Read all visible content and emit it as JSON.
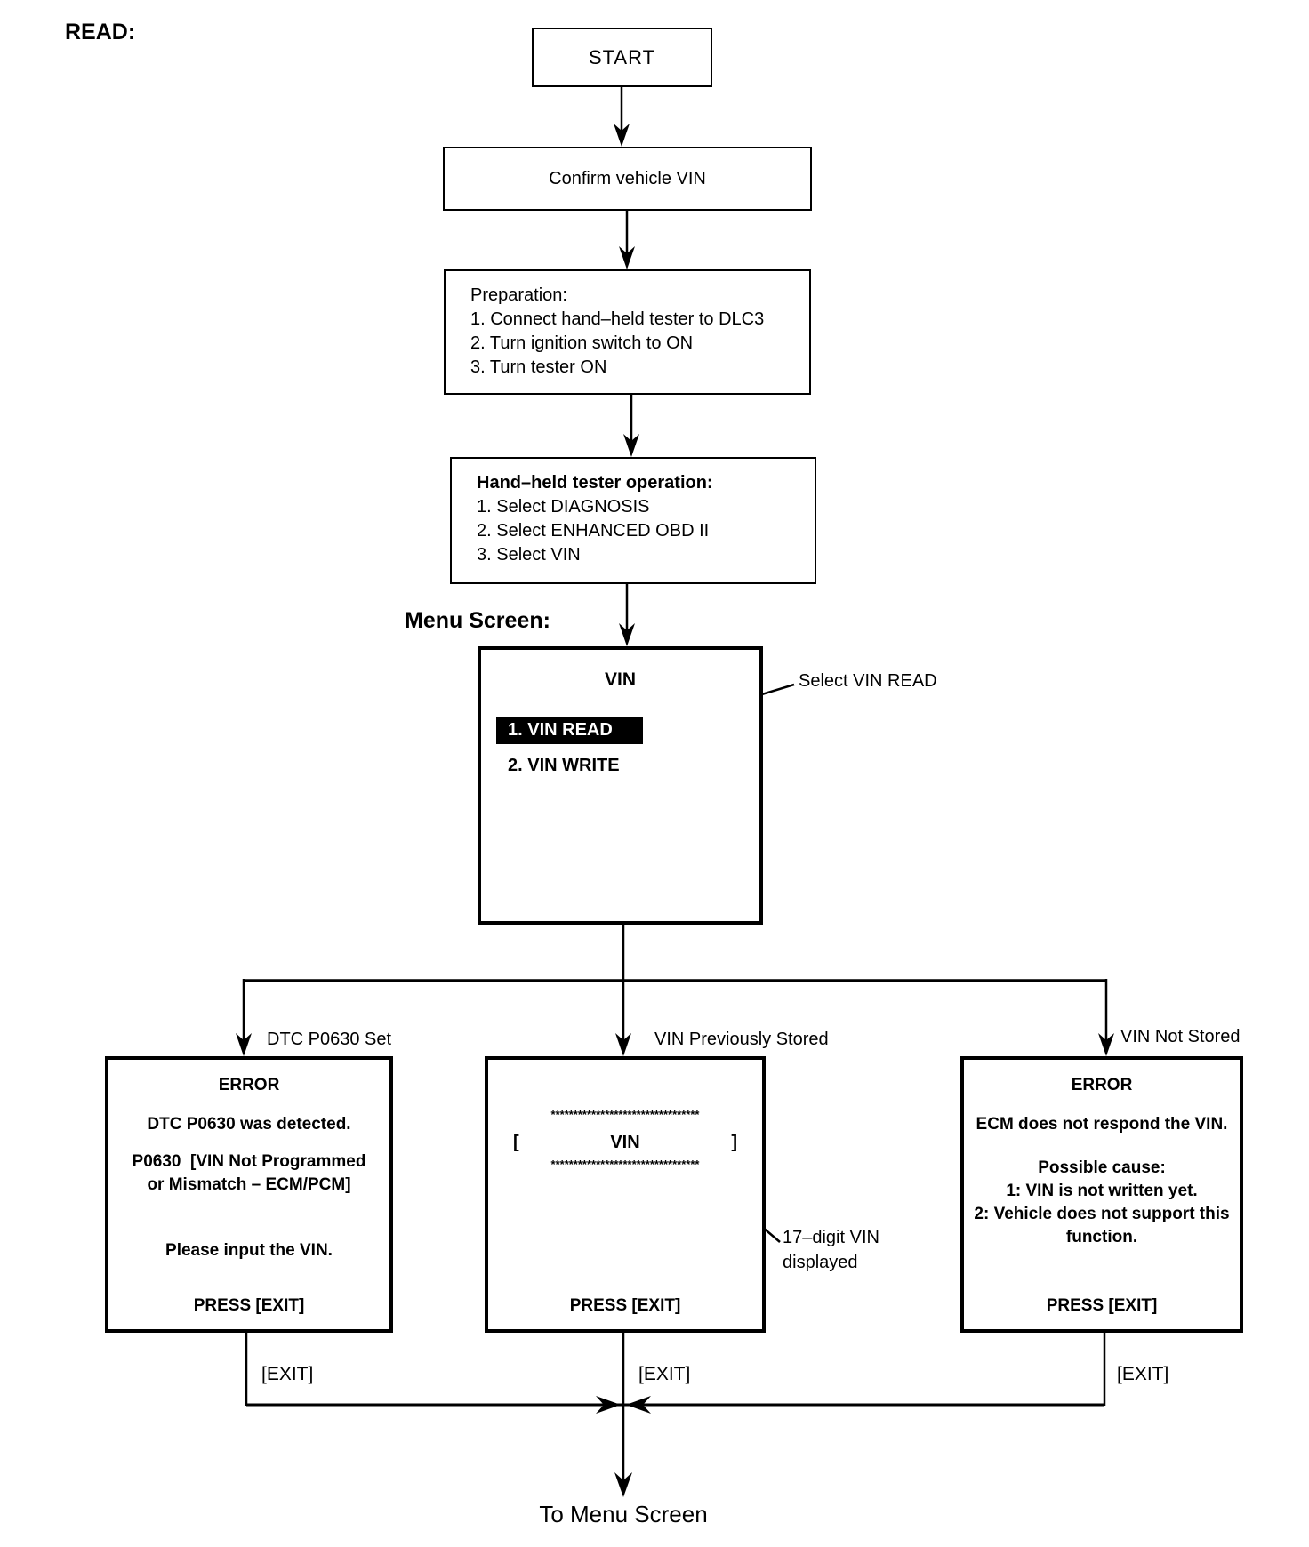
{
  "header": {
    "read_label": "READ:"
  },
  "flow": {
    "start": "START",
    "confirm_vin": "Confirm vehicle VIN",
    "preparation": {
      "title": "Preparation:",
      "steps": [
        "1. Connect hand–held tester to DLC3",
        "2. Turn ignition switch to ON",
        "3. Turn tester ON"
      ]
    },
    "tester_op": {
      "title": "Hand–held tester operation:",
      "steps": [
        "1. Select DIAGNOSIS",
        "2. Select ENHANCED OBD II",
        "3. Select VIN"
      ]
    },
    "menu_screen_label": "Menu Screen:",
    "menu": {
      "title": "VIN",
      "item_read": "1. VIN READ",
      "item_write": "2. VIN WRITE"
    },
    "annotations": {
      "select_vin_read": "Select VIN READ",
      "digit_vin_line1": "17–digit VIN",
      "digit_vin_line2": "displayed"
    },
    "branch_labels": {
      "left": "DTC P0630 Set",
      "middle": "VIN Previously Stored",
      "right": "VIN Not Stored"
    },
    "screens": {
      "dtc_error": {
        "line1": "ERROR",
        "line2": "DTC P0630 was detected.",
        "line3": "P0630  [VIN Not Programmed",
        "line4": "or Mismatch – ECM/PCM]",
        "line5": "Please input the VIN.",
        "line6": "PRESS [EXIT]"
      },
      "vin_stored": {
        "stars_top": "*********************************",
        "bracket_open": "[",
        "vin": "VIN",
        "bracket_close": "]",
        "stars_bottom": "*********************************",
        "press": "PRESS [EXIT]"
      },
      "not_stored": {
        "line1": "ERROR",
        "line2": "ECM does not respond the VIN.",
        "line3": "Possible cause:",
        "line4": "1: VIN is not written yet.",
        "line5": "2: Vehicle does not support this",
        "line6": "function.",
        "line7": "PRESS [EXIT]"
      }
    },
    "exits": {
      "left": "[EXIT]",
      "middle": "[EXIT]",
      "right": "[EXIT]"
    },
    "to_menu": "To Menu Screen"
  },
  "colors": {
    "ink": "#000000",
    "paper": "#ffffff",
    "highlight_bg": "#000000",
    "highlight_text": "#ffffff"
  }
}
